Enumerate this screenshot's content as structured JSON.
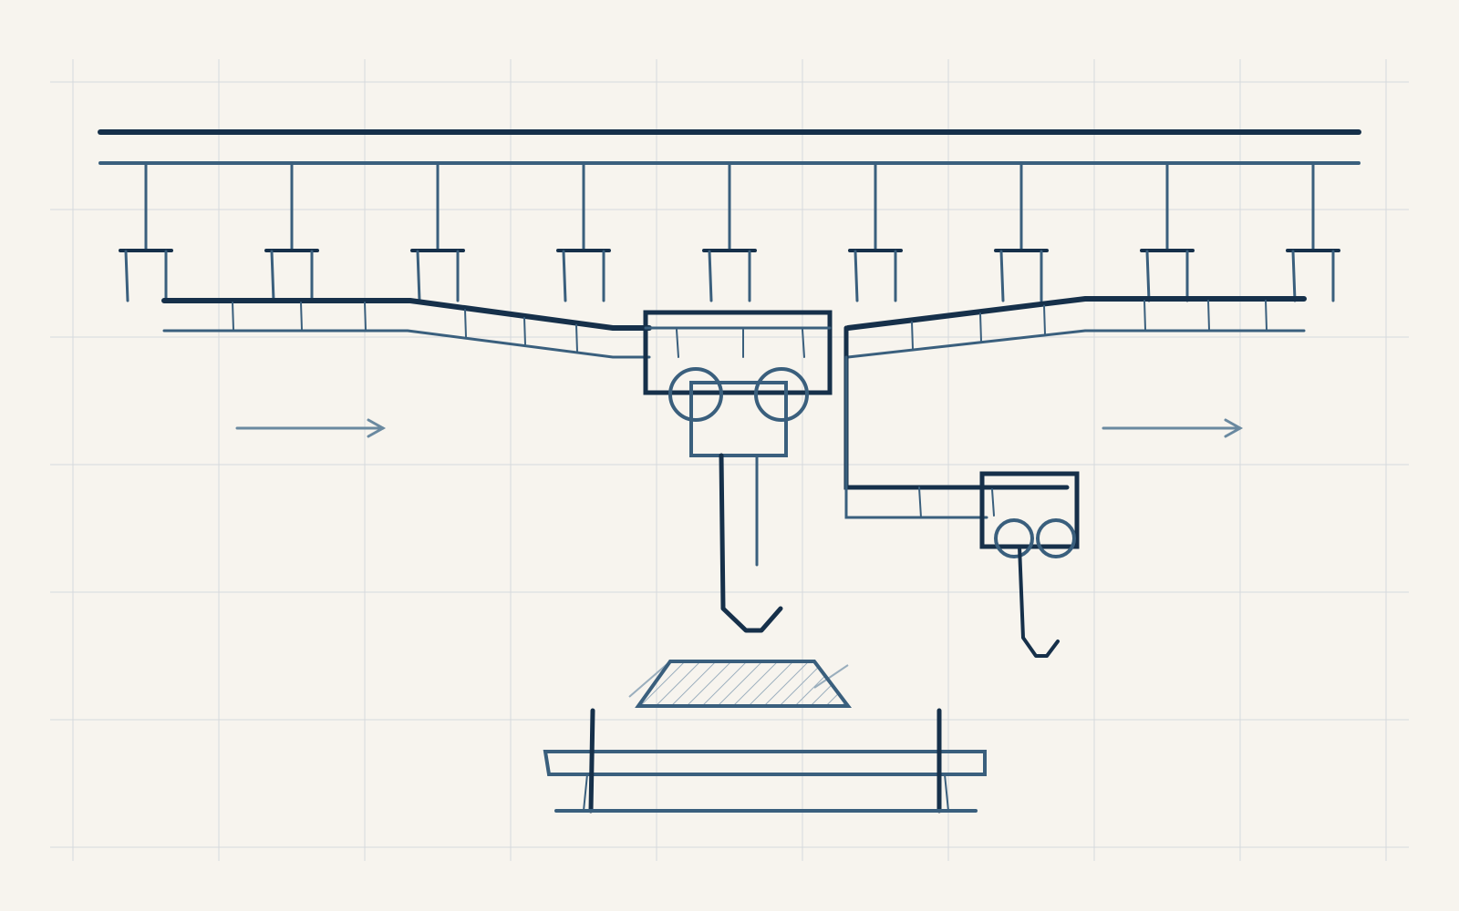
{
  "colors": {
    "background": "#f7f4ee",
    "grid": "#d6dadd",
    "dark": "#16304a",
    "mid": "#3a5f7d",
    "light": "#6a89a0",
    "hatch": "#9aaebd"
  },
  "diagram": {
    "kind": "overhead-conveyor-sketch",
    "hanger_count": 9,
    "direction_arrows": [
      "right",
      "right"
    ],
    "components": [
      "ceiling-beam",
      "support-rail",
      "hanger-rods",
      "curved-track",
      "main-trolley",
      "main-hook",
      "branch-track",
      "branch-trolley",
      "branch-hook",
      "hatched-load",
      "work-table"
    ]
  }
}
